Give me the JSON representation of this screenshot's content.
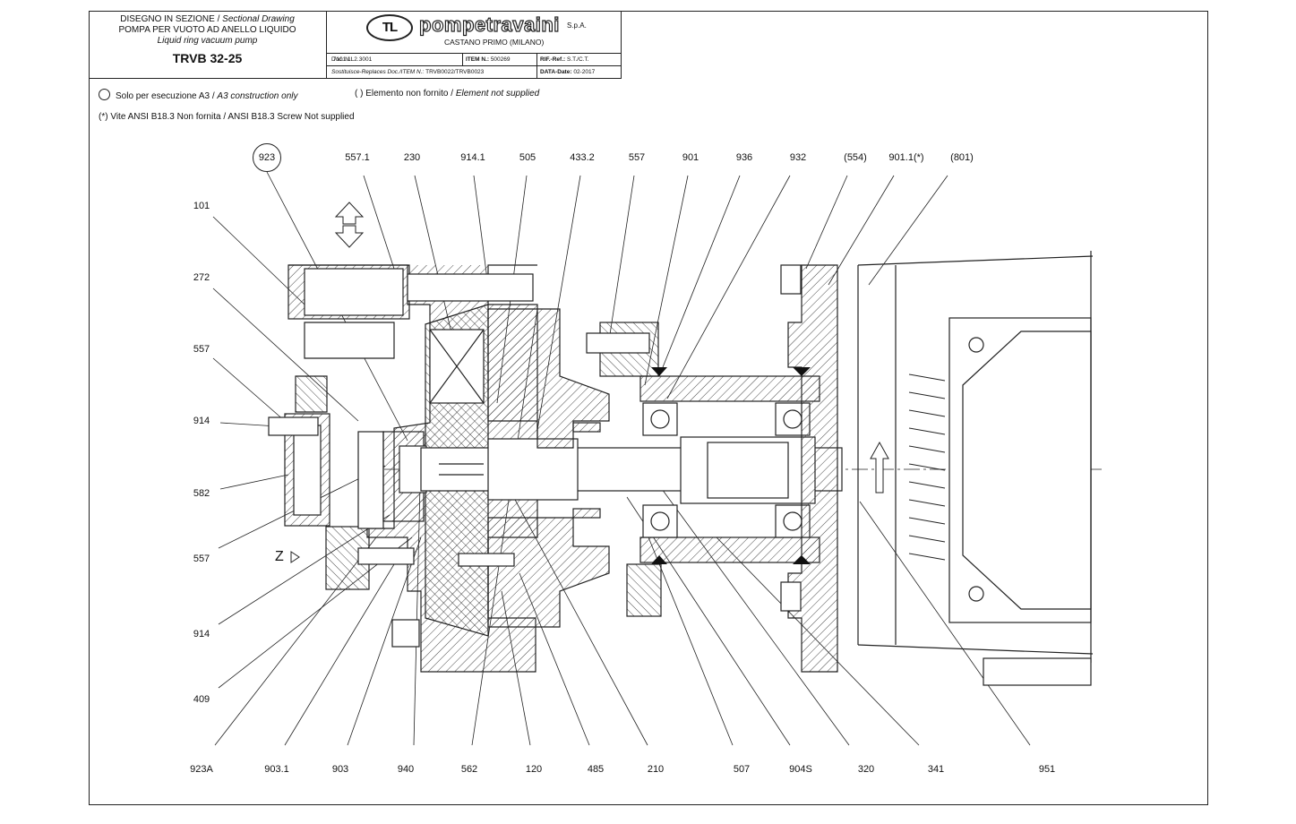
{
  "title_block": {
    "line1_it": "DISEGNO IN SEZIONE",
    "line1_sep": " / ",
    "line1_en": "Sectional Drawing",
    "line2_it": "POMPA PER VUOTO AD ANELLO LIQUIDO",
    "line3_en": "Liquid ring vacuum pump",
    "model": "TRVB 32-25",
    "logo_mark": "TL",
    "company": "pompetravaini",
    "company_suffix": "S.p.A.",
    "city": "CASTANO PRIMO  (MILANO)",
    "doc_label": "Doc.  N.:",
    "doc_value": "7101.1L2.3001",
    "item_label": "ITEM  N.:",
    "item_value": "500269",
    "rif_label": "RIF.-Ref.:",
    "rif_value": "S.T./C.T.",
    "replaces_label": "Sostituisce-Replaces  Doc./ITEM  N.:",
    "replaces_value": "TRVB0022/TRVB0023",
    "date_label": "DATA-Date:",
    "date_value": "02-2017"
  },
  "notes": {
    "a3_it": "Solo per esecuzione A3",
    "a3_en": "A3 construction only",
    "ns_it": "( ) Elemento non fornito",
    "ns_en": "Element not supplied",
    "screw": "(*) Vite ANSI B18.3 Non fornita / ANSI B18.3 Screw Not supplied",
    "sep": " / "
  },
  "view_label": "Z",
  "labels_top": [
    "923",
    "557.1",
    "230",
    "914.1",
    "505",
    "433.2",
    "557",
    "901",
    "936",
    "932",
    "(554)",
    "901.1(*)",
    "(801)"
  ],
  "labels_left": [
    "101",
    "272",
    "557",
    "914",
    "582",
    "557",
    "914",
    "409"
  ],
  "labels_bottom": [
    "923A",
    "903.1",
    "903",
    "940",
    "562",
    "120",
    "485",
    "210",
    "507",
    "904S",
    "320",
    "341",
    "951"
  ]
}
